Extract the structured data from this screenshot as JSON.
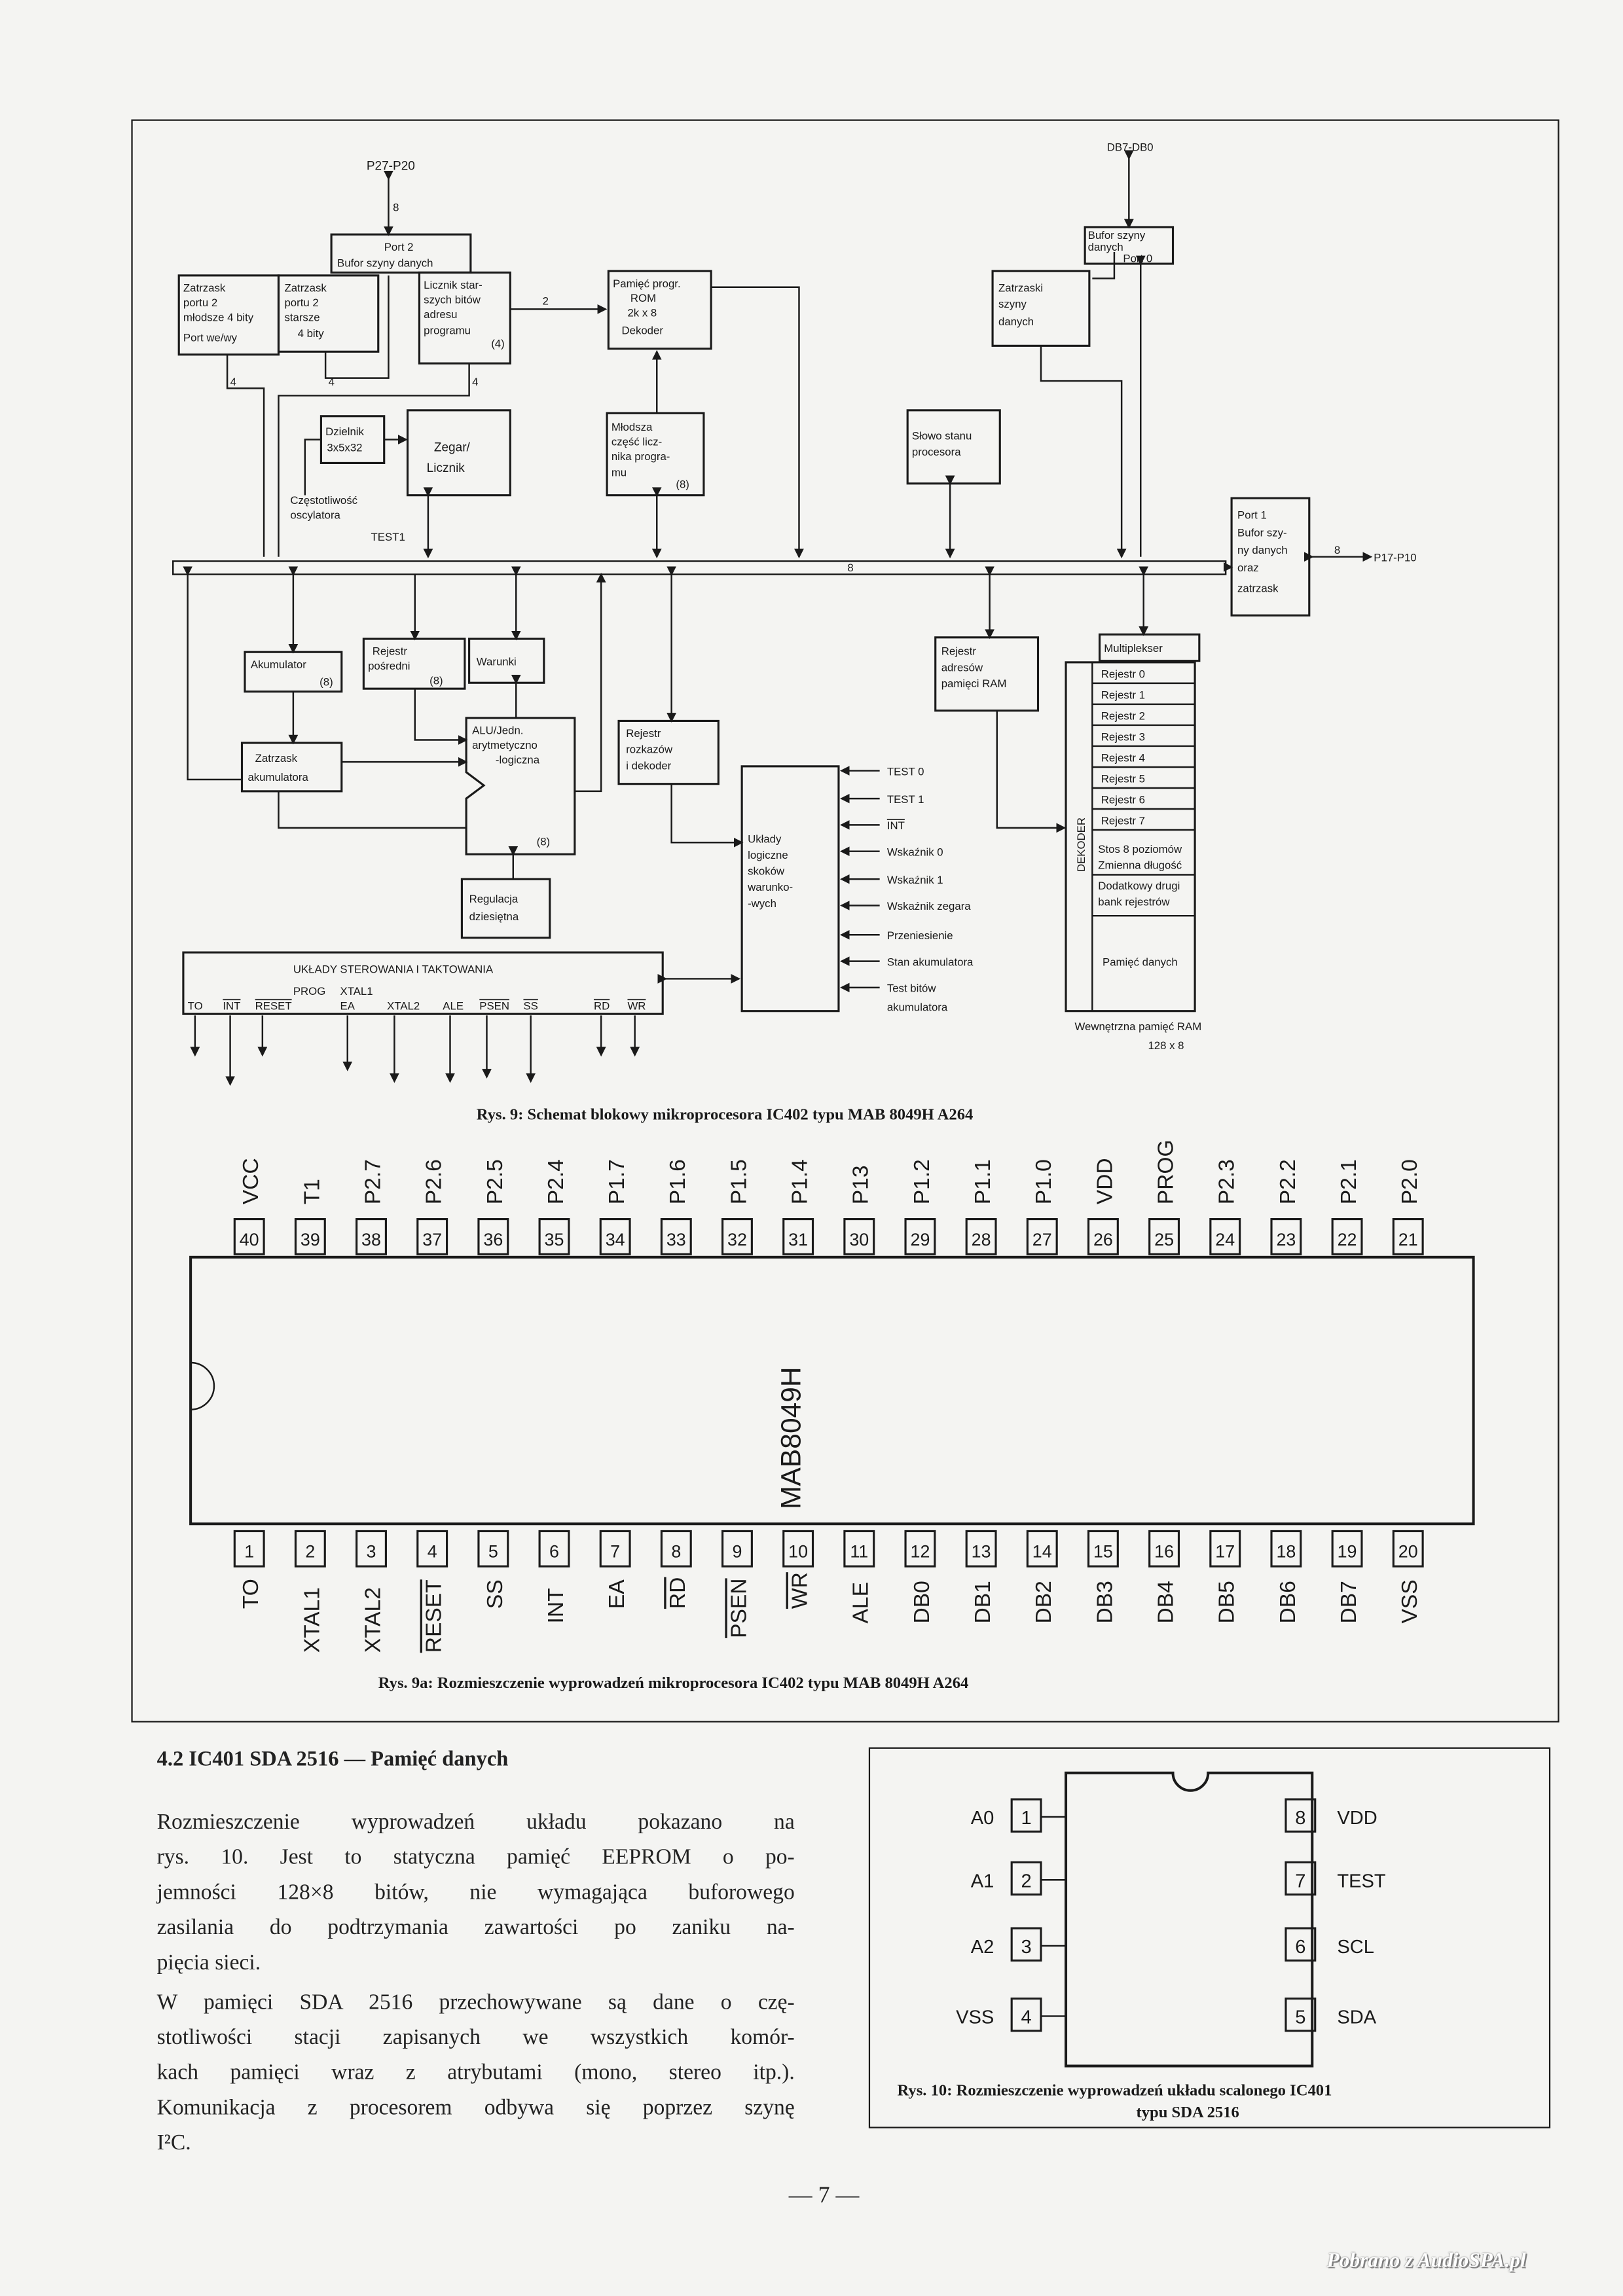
{
  "figure9": {
    "p2_pins": "P27-P20",
    "bus_width_8": "8",
    "bus_width_4": "4",
    "bus_width_2": "2",
    "port2": [
      "Port 2",
      "Bufor szyny danych"
    ],
    "latch_low": [
      "Zatrzask",
      "portu 2",
      "młodsze 4 bity",
      "Port we/wy"
    ],
    "latch_high": [
      "Zatrzask",
      "portu 2",
      "starsze",
      "4 bity"
    ],
    "pc_high": [
      "Licznik star-",
      "szych bitów",
      "adresu",
      "programu",
      "(4)"
    ],
    "rom": [
      "Pamięć progr.",
      "ROM",
      "2k x 8",
      "Dekoder"
    ],
    "divider": [
      "Dzielnik",
      "3x5x32"
    ],
    "timer": [
      "Zegar/",
      "Licznik"
    ],
    "osc": [
      "Częstotliwość",
      "oscylatora"
    ],
    "test1": "TEST1",
    "pc_low": [
      "Młodsza",
      "część licz-",
      "nika progra-",
      "mu",
      "(8)"
    ],
    "status_word": [
      "Słowo stanu",
      "procesora"
    ],
    "data_latch": [
      "Zatrzaski",
      "szyny",
      "danych"
    ],
    "db_pins": "DB7-DB0",
    "port0": [
      "Bufor szyny",
      "danych",
      "Port 0"
    ],
    "port1": [
      "Port 1",
      "Bufor szy-",
      "ny danych",
      "oraz",
      "zatrzask"
    ],
    "p1_pins": "P17-P10",
    "accumulator": [
      "Akumulator",
      "(8)"
    ],
    "temp_reg": [
      "Rejestr",
      "pośredni",
      "(8)"
    ],
    "conditions": "Warunki",
    "acc_latch": [
      "Zatrzask",
      "akumulatora"
    ],
    "alu": [
      "ALU/Jedn.",
      "arytmetyczno",
      "-logiczna",
      "(8)"
    ],
    "instr_reg": [
      "Rejestr",
      "rozkazów",
      "i dekoder"
    ],
    "decimal": [
      "Regulacja",
      "dziesiętna"
    ],
    "jump_logic": [
      "Układy",
      "logiczne",
      "skoków",
      "warunko-",
      "-wych"
    ],
    "jump_inputs": [
      "TEST 0",
      "TEST 1",
      "INT",
      "Wskaźnik 0",
      "Wskaźnik 1",
      "Wskaźnik zegara",
      "Przeniesienie",
      "Stan akumulatora",
      "Test bitów",
      "akumulatora"
    ],
    "ram_addr": [
      "Rejestr",
      "adresów",
      "pamięci RAM"
    ],
    "mux": "Multiplekser",
    "decoder": "DEKODER",
    "registers": [
      "Rejestr 0",
      "Rejestr 1",
      "Rejestr 2",
      "Rejestr 3",
      "Rejestr 4",
      "Rejestr 5",
      "Rejestr 6",
      "Rejestr 7"
    ],
    "stack": [
      "Stos 8 poziomów",
      "Zmienna długość"
    ],
    "bank2": [
      "Dodatkowy drugi",
      "bank rejestrów"
    ],
    "data_mem": "Pamięć danych",
    "ram_label": [
      "Wewnętrzna pamięć RAM",
      "128 x 8"
    ],
    "control": {
      "title": "UKŁADY STEROWANIA I TAKTOWANIA",
      "prog": "PROG",
      "xtal1": "XTAL1",
      "signals": [
        "TO",
        "INT",
        "RESET",
        "EA",
        "XTAL2",
        "ALE",
        "PSEN",
        "SS",
        "RD",
        "WR"
      ]
    },
    "caption": "Rys. 9: Schemat blokowy mikroprocesora IC402 typu MAB 8049H A264"
  },
  "figure9a": {
    "chip": "MAB8049H",
    "top_pins": [
      {
        "n": "40",
        "l": "VCC"
      },
      {
        "n": "39",
        "l": "T1"
      },
      {
        "n": "38",
        "l": "P2.7"
      },
      {
        "n": "37",
        "l": "P2.6"
      },
      {
        "n": "36",
        "l": "P2.5"
      },
      {
        "n": "35",
        "l": "P2.4"
      },
      {
        "n": "34",
        "l": "P1.7"
      },
      {
        "n": "33",
        "l": "P1.6"
      },
      {
        "n": "32",
        "l": "P1.5"
      },
      {
        "n": "31",
        "l": "P1.4"
      },
      {
        "n": "30",
        "l": "P13"
      },
      {
        "n": "29",
        "l": "P1.2"
      },
      {
        "n": "28",
        "l": "P1.1"
      },
      {
        "n": "27",
        "l": "P1.0"
      },
      {
        "n": "26",
        "l": "VDD"
      },
      {
        "n": "25",
        "l": "PROG"
      },
      {
        "n": "24",
        "l": "P2.3"
      },
      {
        "n": "23",
        "l": "P2.2"
      },
      {
        "n": "22",
        "l": "P2.1"
      },
      {
        "n": "21",
        "l": "P2.0"
      }
    ],
    "bottom_pins": [
      {
        "n": "1",
        "l": "TO"
      },
      {
        "n": "2",
        "l": "XTAL1"
      },
      {
        "n": "3",
        "l": "XTAL2"
      },
      {
        "n": "4",
        "l": "RESET",
        "ov": true
      },
      {
        "n": "5",
        "l": "SS"
      },
      {
        "n": "6",
        "l": "INT"
      },
      {
        "n": "7",
        "l": "EA"
      },
      {
        "n": "8",
        "l": "RD",
        "ov": true
      },
      {
        "n": "9",
        "l": "PSEN",
        "ov": true
      },
      {
        "n": "10",
        "l": "WR",
        "ov": true
      },
      {
        "n": "11",
        "l": "ALE"
      },
      {
        "n": "12",
        "l": "DB0"
      },
      {
        "n": "13",
        "l": "DB1"
      },
      {
        "n": "14",
        "l": "DB2"
      },
      {
        "n": "15",
        "l": "DB3"
      },
      {
        "n": "16",
        "l": "DB4"
      },
      {
        "n": "17",
        "l": "DB5"
      },
      {
        "n": "18",
        "l": "DB6"
      },
      {
        "n": "19",
        "l": "DB7"
      },
      {
        "n": "20",
        "l": "VSS"
      }
    ],
    "caption": "Rys. 9a: Rozmieszczenie wyprowadzeń mikroprocesora IC402 typu MAB 8049H A264"
  },
  "section": {
    "heading": "4.2   IC401 SDA 2516 — Pamięć danych",
    "paragraphs": [
      [
        "Rozmieszczenie wyprowadzeń układu pokazano na",
        "rys. 10. Jest to statyczna pamięć EEPROM o po-",
        "jemności 128×8 bitów, nie wymagająca buforowego",
        "zasilania do podtrzymania zawartości po zaniku na-",
        "pięcia sieci."
      ],
      [
        "W pamięci SDA 2516 przechowywane są dane o czę-",
        "stotliwości stacji zapisanych we wszystkich komór-",
        "kach pamięci wraz z atrybutami (mono, stereo itp.).",
        "Komunikacja z procesorem odbywa się poprzez szynę",
        "I²C."
      ]
    ]
  },
  "figure10": {
    "left_pins": [
      {
        "n": "1",
        "l": "A0"
      },
      {
        "n": "2",
        "l": "A1"
      },
      {
        "n": "3",
        "l": "A2"
      },
      {
        "n": "4",
        "l": "VSS"
      }
    ],
    "right_pins": [
      {
        "n": "8",
        "l": "VDD"
      },
      {
        "n": "7",
        "l": "TEST"
      },
      {
        "n": "6",
        "l": "SCL"
      },
      {
        "n": "5",
        "l": "SDA"
      }
    ],
    "caption": [
      "Rys. 10: Rozmieszczenie wyprowadzeń układu scalonego IC401",
      "typu SDA 2516"
    ]
  },
  "page_number": "— 7 —",
  "watermark": "Pobrano z AudioSPA.pl"
}
